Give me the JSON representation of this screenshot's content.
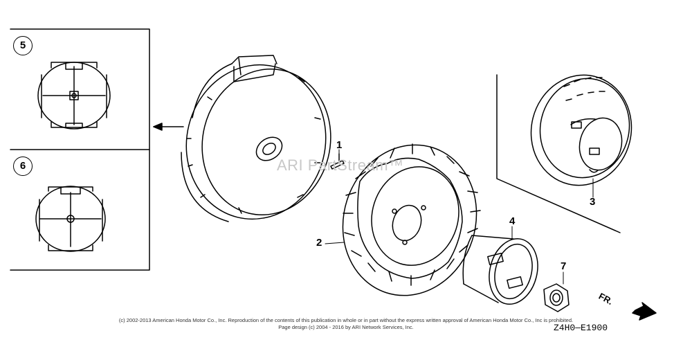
{
  "callouts": {
    "p1": "1",
    "p2": "2",
    "p3": "3",
    "p4": "4",
    "p7": "7",
    "p5": "5",
    "p6": "6"
  },
  "watermark": "ARI PartStream™",
  "copyright_line1": "(c) 2002-2013 American Honda Motor Co., Inc. Reproduction of the contents of this publication in whole or in part without the express written approval of American Honda Motor Co., Inc is prohibited.",
  "copyright_line2": "Page design (c) 2004 - 2016 by ARI Network Services, Inc.",
  "diagram_code": "Z4H0—E1900",
  "direction_label": "FR."
}
